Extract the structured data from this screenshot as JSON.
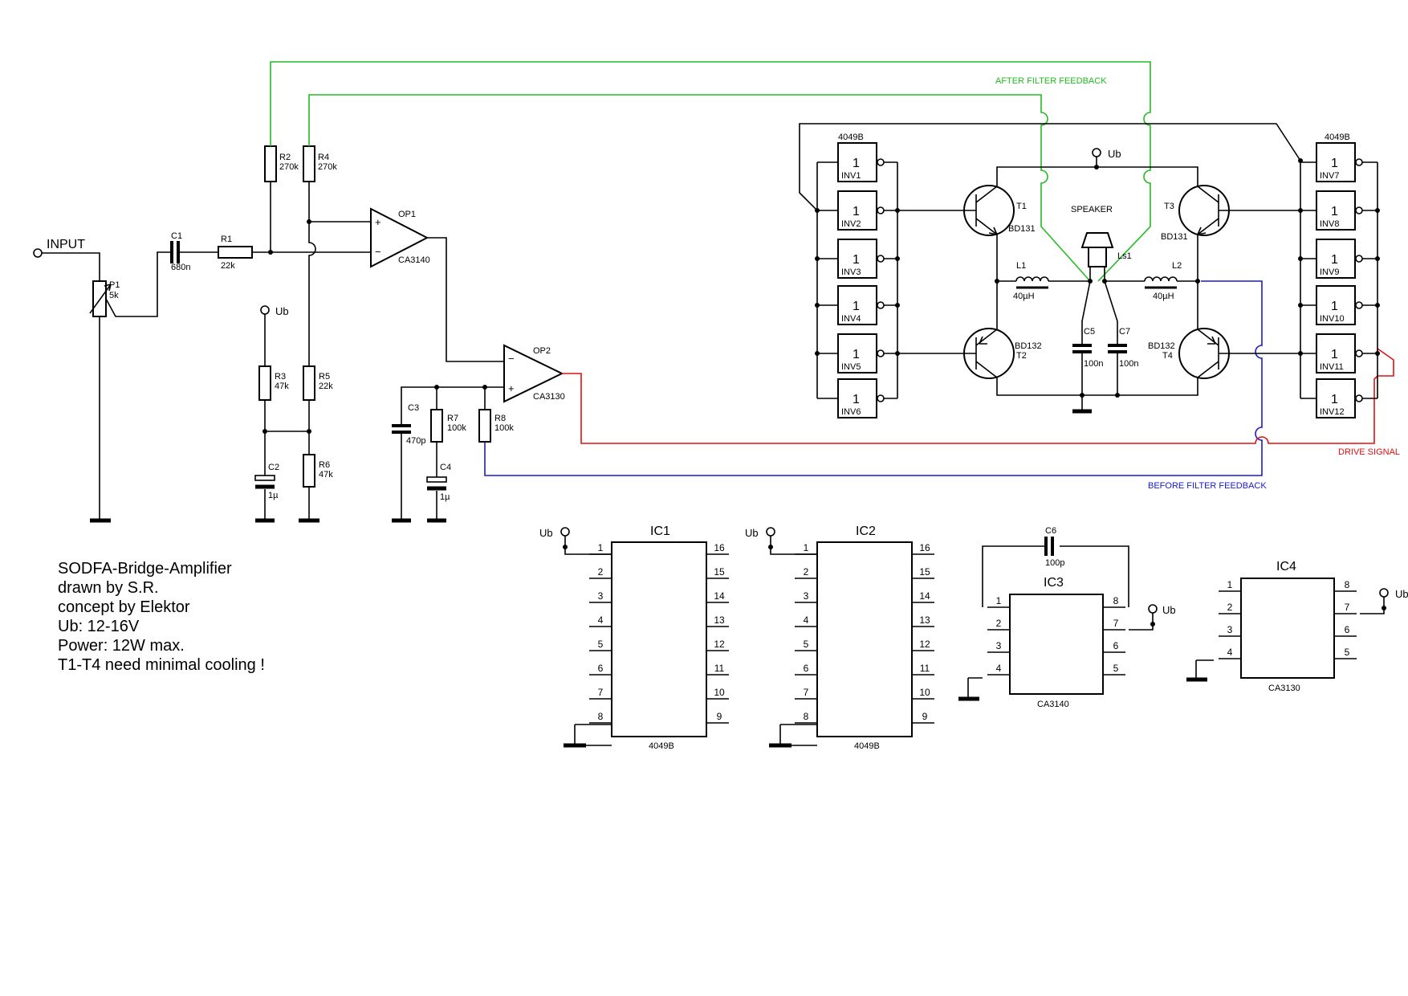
{
  "colors": {
    "wire": "#000000",
    "after_feedback": "#22bb22",
    "before_feedback": "#1a1acc",
    "drive_signal": "#dd1111"
  },
  "notes": [
    "SODFA-Bridge-Amplifier",
    "drawn by S.R.",
    "concept by Elektor",
    "Ub: 12-16V",
    "Power: 12W max.",
    "T1-T4 need minimal cooling !"
  ],
  "signals": {
    "after": "AFTER FILTER FEEDBACK",
    "before": "BEFORE FILTER FEEDBACK",
    "drive": "DRIVE SIGNAL"
  },
  "input_label": "INPUT",
  "supply_label": "Ub",
  "speaker_label": "SPEAKER",
  "components": {
    "P1": {
      "ref": "P1",
      "val": "5k"
    },
    "C1": {
      "ref": "C1",
      "val": "680n"
    },
    "R1": {
      "ref": "R1",
      "val": "22k"
    },
    "R2": {
      "ref": "R2",
      "val": "270k"
    },
    "R4": {
      "ref": "R4",
      "val": "270k"
    },
    "R3": {
      "ref": "R3",
      "val": "47k"
    },
    "R5": {
      "ref": "R5",
      "val": "22k"
    },
    "R6": {
      "ref": "R6",
      "val": "47k"
    },
    "C2": {
      "ref": "C2",
      "val": "1µ"
    },
    "C3": {
      "ref": "C3",
      "val": "470p"
    },
    "R7": {
      "ref": "R7",
      "val": "100k"
    },
    "R8": {
      "ref": "R8",
      "val": "100k"
    },
    "C4": {
      "ref": "C4",
      "val": "1µ"
    },
    "OP1": {
      "ref": "OP1",
      "val": "CA3140"
    },
    "OP2": {
      "ref": "OP2",
      "val": "CA3130"
    },
    "T1": {
      "ref": "T1",
      "val": "BD131"
    },
    "T2": {
      "ref": "T2",
      "val": "BD132"
    },
    "T3": {
      "ref": "T3",
      "val": "BD131"
    },
    "T4": {
      "ref": "T4",
      "val": "BD132"
    },
    "L1": {
      "ref": "L1",
      "val": "40µH"
    },
    "L2": {
      "ref": "L2",
      "val": "40µH"
    },
    "C5": {
      "ref": "C5",
      "val": "100n"
    },
    "C7": {
      "ref": "C7",
      "val": "100n"
    },
    "LS1": {
      "ref": "Ls1"
    },
    "C6": {
      "ref": "C6",
      "val": "100p"
    }
  },
  "inverters": {
    "left_chip": "4049B",
    "right_chip": "4049B",
    "symbol": "1",
    "left": [
      "INV1",
      "INV2",
      "INV3",
      "INV4",
      "INV5",
      "INV6"
    ],
    "right": [
      "INV7",
      "INV8",
      "INV9",
      "INV10",
      "INV11",
      "INV12"
    ]
  },
  "ics": [
    {
      "name": "IC1",
      "part": "4049B",
      "pins": 16
    },
    {
      "name": "IC2",
      "part": "4049B",
      "pins": 16
    },
    {
      "name": "IC3",
      "part": "CA3140",
      "pins": 8
    },
    {
      "name": "IC4",
      "part": "CA3130",
      "pins": 8
    }
  ]
}
